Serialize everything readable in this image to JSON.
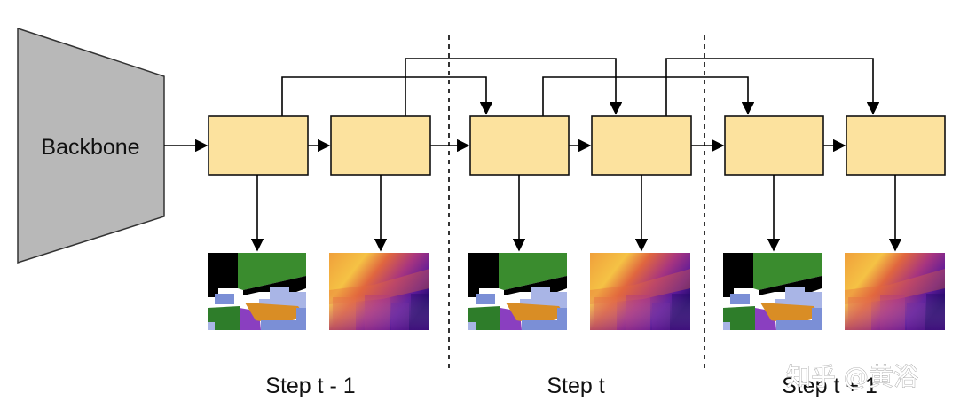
{
  "backbone": {
    "label": "Backbone",
    "fill": "#b8b8b8"
  },
  "steps": [
    {
      "label": "Step t - 1"
    },
    {
      "label": "Step t"
    },
    {
      "label": "Step t + 1"
    }
  ],
  "colors": {
    "block_fill": "#fce29e",
    "block_stroke": "#111111",
    "line": "#000000",
    "semantic": [
      "#000000",
      "#3a8c2e",
      "#ffffff",
      "#a9b5e6",
      "#8a3fc0",
      "#d98d25",
      "#2e7d2a",
      "#7b8fd6"
    ],
    "depth": [
      "#f3b13a",
      "#e56a3c",
      "#b23a7d",
      "#6a1d9a",
      "#2a0a6e"
    ]
  },
  "watermark": {
    "text": "知乎 @黄浴"
  }
}
